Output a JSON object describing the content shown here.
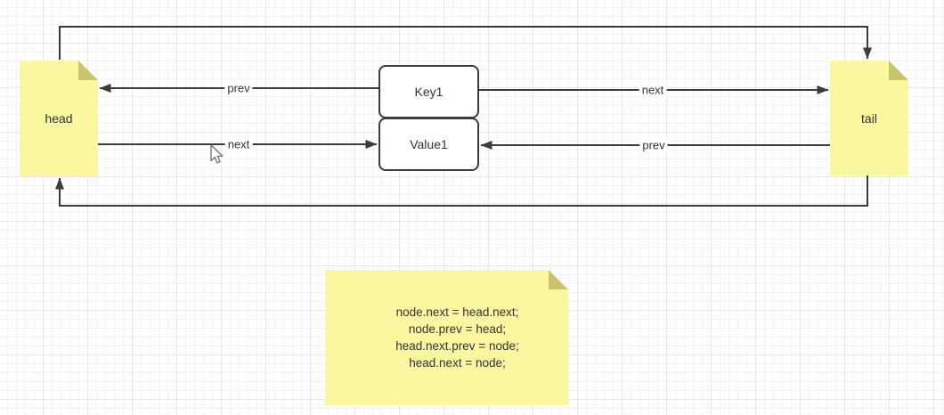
{
  "diagram": {
    "head_note": {
      "label": "head"
    },
    "tail_note": {
      "label": "tail"
    },
    "node": {
      "key_label": "Key1",
      "value_label": "Value1"
    },
    "edges": {
      "prev_left": "prev",
      "next_left": "next",
      "next_right": "next",
      "prev_right": "prev"
    },
    "code_note": {
      "lines": [
        "node.next = head.next;",
        "node.prev = head;",
        "head.next.prev = node;",
        "head.next = node;"
      ]
    }
  },
  "colors": {
    "background": "#ffffff",
    "grid_minor": "#f3f3f3",
    "grid_major": "#e7e7e7",
    "note_fill": "#faf7a0",
    "note_fold": "#c9c36c",
    "connector": "#3c3c3c",
    "box_border": "#3c3c3c",
    "box_fill": "#ffffff",
    "text": "#333333"
  }
}
